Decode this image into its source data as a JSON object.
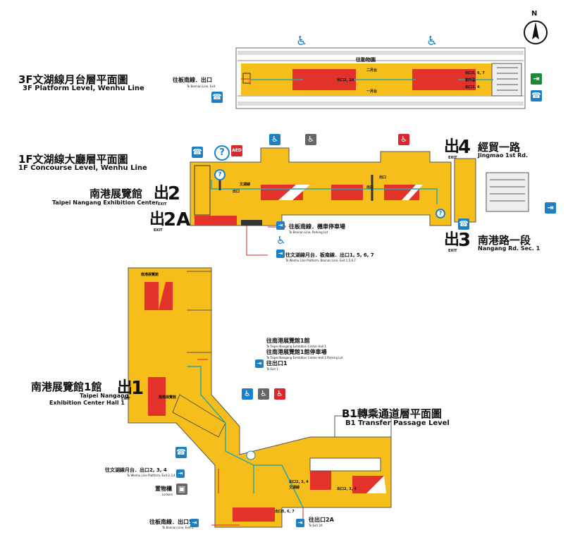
{
  "compass": {
    "label": "N"
  },
  "level_3f": {
    "zh": "3F文湖線月台層平面圖",
    "en": "3F Platform Level, Wenhu Line"
  },
  "level_1f": {
    "zh": "1F文湖線大廳層平面圖",
    "en": "1F Concourse Level, Wenhu Line"
  },
  "level_b1": {
    "zh": "B1轉乘通道層平面圖",
    "en": "B1 Transfer Passage Level"
  },
  "platform_labels": {
    "direction": "往動物園",
    "side_2": "二月台",
    "side_1": "一月台",
    "exit_a": "出口2, 2A",
    "exit_b": "出口5, 6, 7",
    "exit_c": "出口3, 4",
    "restroom": "廁所區",
    "bannan_note": "往板南線．出口",
    "bannan_note_en": "To Bannan Line, Exit"
  },
  "exits": {
    "exit_word": "出",
    "exit_tag": "EXIT",
    "e1": {
      "num": "1",
      "zh": "南港展覽館1館",
      "en1": "Taipei Nangang",
      "en2": "Exhibition Center Hall 1"
    },
    "e2": {
      "num": "2",
      "zh": "南港展覽館",
      "en": "Taipei Nangang Exhibition Center"
    },
    "e2a": {
      "num": "2A"
    },
    "e3": {
      "num": "3",
      "zh": "南港路一段",
      "en": "Nangang Rd. Sec. 1"
    },
    "e4": {
      "num": "4",
      "zh": "經貿一路",
      "en": "Jingmao 1st Rd."
    }
  },
  "notes_1f": {
    "bannan_parking_zh": "往板南線．機車停車場",
    "bannan_parking_en": "To Bannan Line, Parking Lot",
    "wenhu_bannan_zh": "往文湖線月台．板南線．出口1, 5, 6, 7",
    "wenhu_bannan_en": "To Wenhu Line Platform, Bannan Line, Exit 1,5,6,7",
    "gate_labels": [
      "文湖線",
      "出口",
      "出口",
      "出口"
    ]
  },
  "notes_b1": {
    "hall1_zh": "往南港展覽館1館",
    "hall1_en": "To Taipei Nangang Exhibition Center Hall 1",
    "hall1_park_zh": "往南港展覽館1館停車場",
    "hall1_park_en": "To Taipei Nangang Exhibition Center Hall 1 Parking Lot",
    "exit1_zh": "往出口1",
    "exit1_en": "To Exit 1",
    "wenhu_zh": "往文湖線月台．出口2, 3, 4",
    "wenhu_en": "To Wenhu Line Platform, Exit 2,3,4",
    "lockers_zh": "置物櫃",
    "lockers_en": "Lockers",
    "bannan5_zh": "往板南線．出口5",
    "bannan5_en": "To Bannan Line, Exit 5",
    "exit2a_zh": "往出口2A",
    "exit2a_en": "To Exit 2A",
    "hall_top": "南港展覽館",
    "hall_mid": "南港展覽館",
    "mid_labels": [
      "出口2, 3, 4",
      "文湖線",
      "出口2, 3, 4",
      "出口5, 6, 7"
    ]
  },
  "icons": {
    "phone": "☎",
    "help": "?",
    "aed": "AED",
    "accessible": "♿",
    "exit": "⇥",
    "locker": "▣"
  },
  "colors": {
    "yellow": "#f6be1a",
    "red": "#e3322a",
    "blue": "#1d80c4",
    "teal": "#2aa6a6"
  }
}
